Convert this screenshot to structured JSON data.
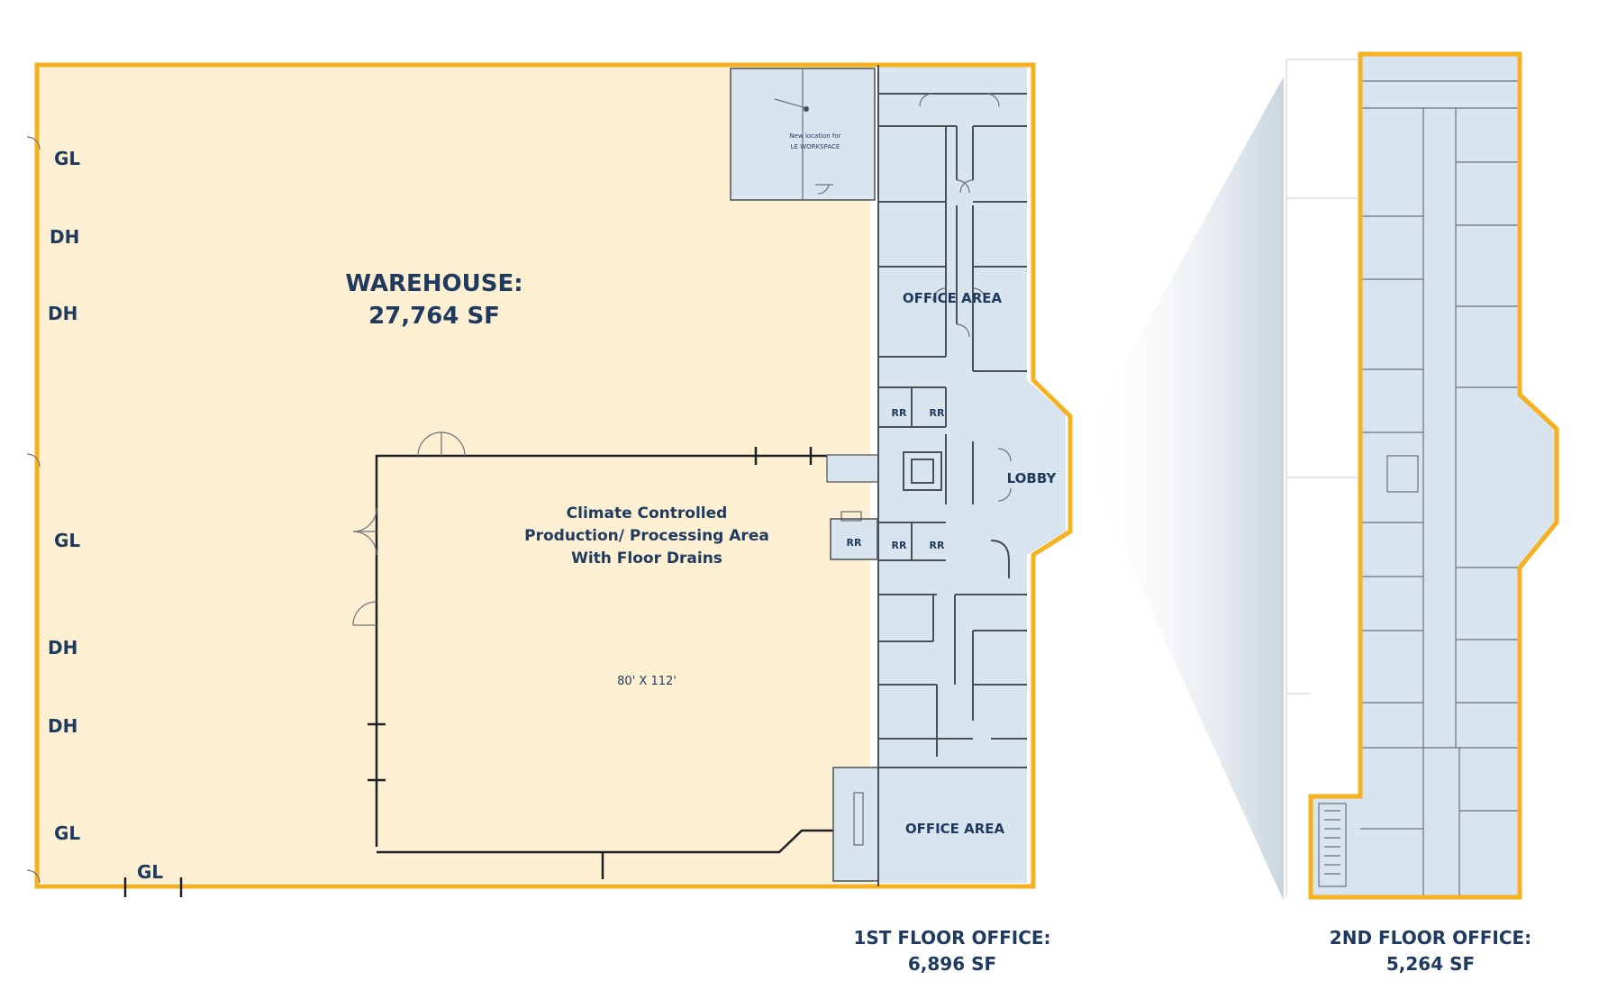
{
  "colors": {
    "warehouse_fill": "#fcefd2",
    "office_fill": "#d8e4ee",
    "outline": "#f5b11f",
    "text": "#1f3a5f",
    "wall": "#4a4f57"
  },
  "warehouse": {
    "title": "WAREHOUSE:",
    "area": "27,764 SF"
  },
  "production_area": {
    "line1": "Climate Controlled",
    "line2": "Production/ Processing Area",
    "line3": "With Floor Drains",
    "dimensions": "80' X 112'"
  },
  "workspace_note": {
    "line1": "New location for",
    "line2": "LE WORKSPACE"
  },
  "doors": [
    "GL",
    "DH",
    "DH",
    "GL",
    "DH",
    "DH",
    "GL",
    "GL"
  ],
  "rooms": {
    "office_area_upper": "OFFICE AREA",
    "office_area_lower": "OFFICE AREA",
    "lobby": "LOBBY",
    "restrooms": [
      "RR",
      "RR",
      "RR",
      "RR",
      "RR"
    ]
  },
  "captions": {
    "first_floor_line1": "1ST FLOOR OFFICE:",
    "first_floor_line2": "6,896 SF",
    "second_floor_line1": "2ND FLOOR OFFICE:",
    "second_floor_line2": "5,264 SF"
  }
}
